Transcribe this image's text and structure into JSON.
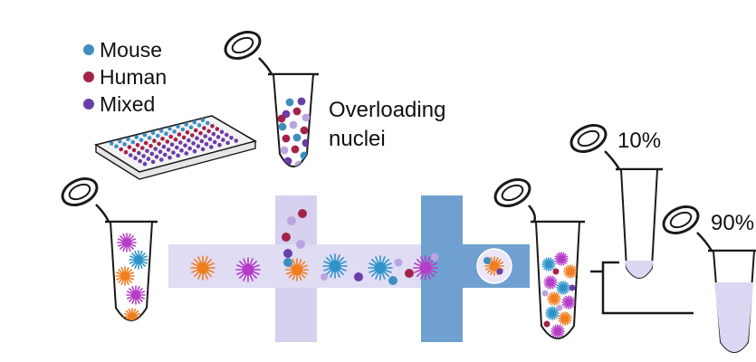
{
  "legend": {
    "items": [
      {
        "label": "Mouse",
        "color": "#3e8fc0"
      },
      {
        "label": "Human",
        "color": "#a3234a"
      },
      {
        "label": "Mixed",
        "color": "#6b3da8"
      }
    ]
  },
  "labels": {
    "overloading": "Overloading",
    "nuclei": "nuclei",
    "split_small": "10%",
    "split_large": "90%"
  },
  "colors": {
    "human_cell": "#f07d1e",
    "mouse_cell": "#2f93c8",
    "mixed_cell": "#b53cc6",
    "nucleus_light": "#b9a4e0",
    "channel_oil": "#d7d1ef",
    "channel_reagent": "#e0dcf4",
    "channel_output": "#6fa0d0",
    "outline": "#1a1a1a"
  },
  "icons": {
    "tube": "eppendorf-tube-icon",
    "plate": "well-plate-icon",
    "droplet": "droplet-icon"
  }
}
